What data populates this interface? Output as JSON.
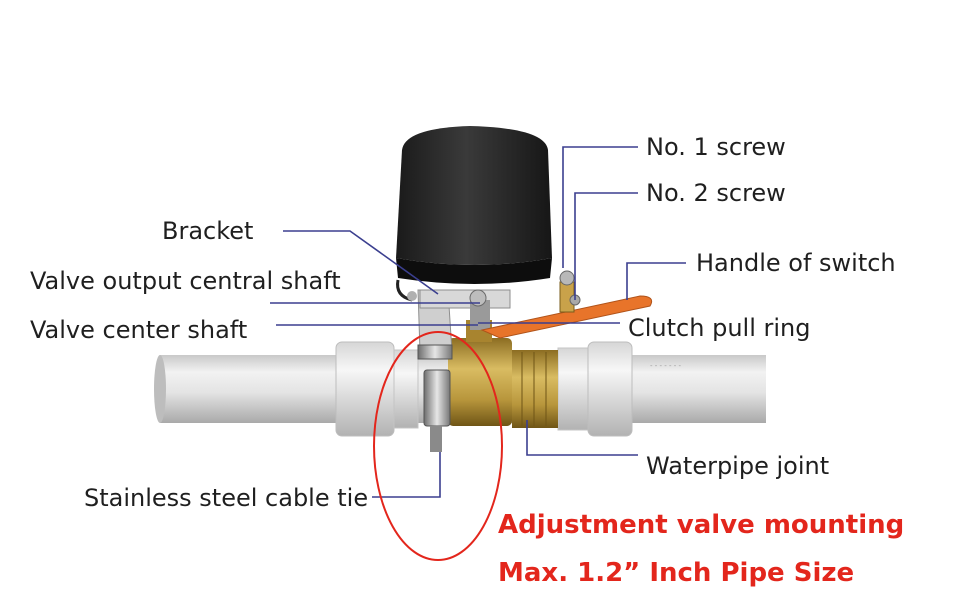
{
  "labels": {
    "no1_screw": "No. 1 screw",
    "no2_screw": "No. 2 screw",
    "bracket": "Bracket",
    "handle_of_switch": "Handle of switch",
    "valve_output_central_shaft": "Valve output central shaft",
    "clutch_pull_ring": "Clutch pull ring",
    "valve_center_shaft": "Valve center shaft",
    "waterpipe_joint": "Waterpipe joint",
    "stainless_steel_cable_tie": "Stainless steel cable tie"
  },
  "notes": {
    "line1": "Adjustment valve mounting",
    "line2": "Max. 1.2” Inch Pipe Size"
  },
  "colors": {
    "leader_line": "#3b3f8f",
    "highlight_circle": "#e3261c",
    "note_text": "#e3261c",
    "pipe": "#dcdcdc",
    "brass": "#b8963c",
    "actuator": "#262626",
    "handle": "#e8742a"
  }
}
